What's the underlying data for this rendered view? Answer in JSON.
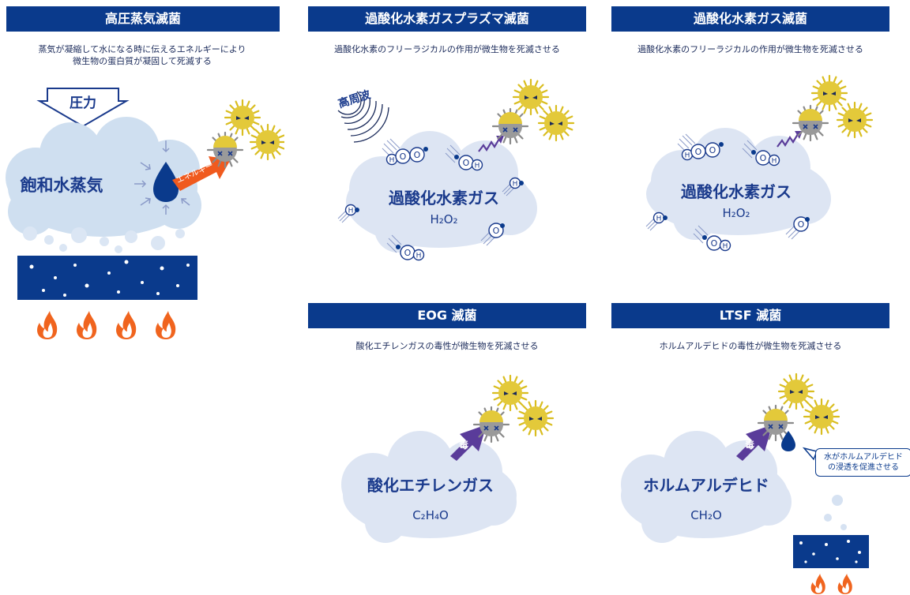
{
  "panels": {
    "steam": {
      "title": "高圧蒸気滅菌",
      "desc_line1": "蒸気が凝縮して水になる時に伝えるエネルギーにより",
      "desc_line2": "微生物の蛋白質が凝固して死滅する",
      "pressure_label": "圧力",
      "cloud_label": "飽和水蒸気",
      "energy_label": "エネルギー"
    },
    "plasma": {
      "title": "過酸化水素ガスプラズマ滅菌",
      "desc": "過酸化水素のフリーラジカルの作用が微生物を死滅させる",
      "wave_label": "高周波",
      "cloud_label": "過酸化水素ガス",
      "formula": "H₂O₂"
    },
    "h2o2": {
      "title": "過酸化水素ガス滅菌",
      "desc": "過酸化水素のフリーラジカルの作用が微生物を死滅させる",
      "cloud_label": "過酸化水素ガス",
      "formula": "H₂O₂"
    },
    "eog": {
      "title": "EOG 滅菌",
      "desc": "酸化エチレンガスの毒性が微生物を死滅させる",
      "arrow_label": "毒",
      "cloud_label": "酸化エチレンガス",
      "formula": "C₂H₄O"
    },
    "ltsf": {
      "title": "LTSF 滅菌",
      "desc": "ホルムアルデヒドの毒性が微生物を死滅させる",
      "arrow_label": "毒",
      "cloud_label": "ホルムアルデヒド",
      "formula": "CH₂O",
      "note_line1": "水がホルムアルデヒド",
      "note_line2": "の浸透を促進させる"
    }
  },
  "atom_labels": {
    "h": "H",
    "o": "O"
  },
  "colors": {
    "banner": "#0a3a8c",
    "cloud": "#dde5f3",
    "steam_cloud": "#cfdff0",
    "microbe": "#e3c93a",
    "dead_microbe": "#9a9a9a",
    "flame": "#f0641e",
    "arrow_orange": "#f05a1e",
    "arrow_purple": "#5a3c9a"
  }
}
